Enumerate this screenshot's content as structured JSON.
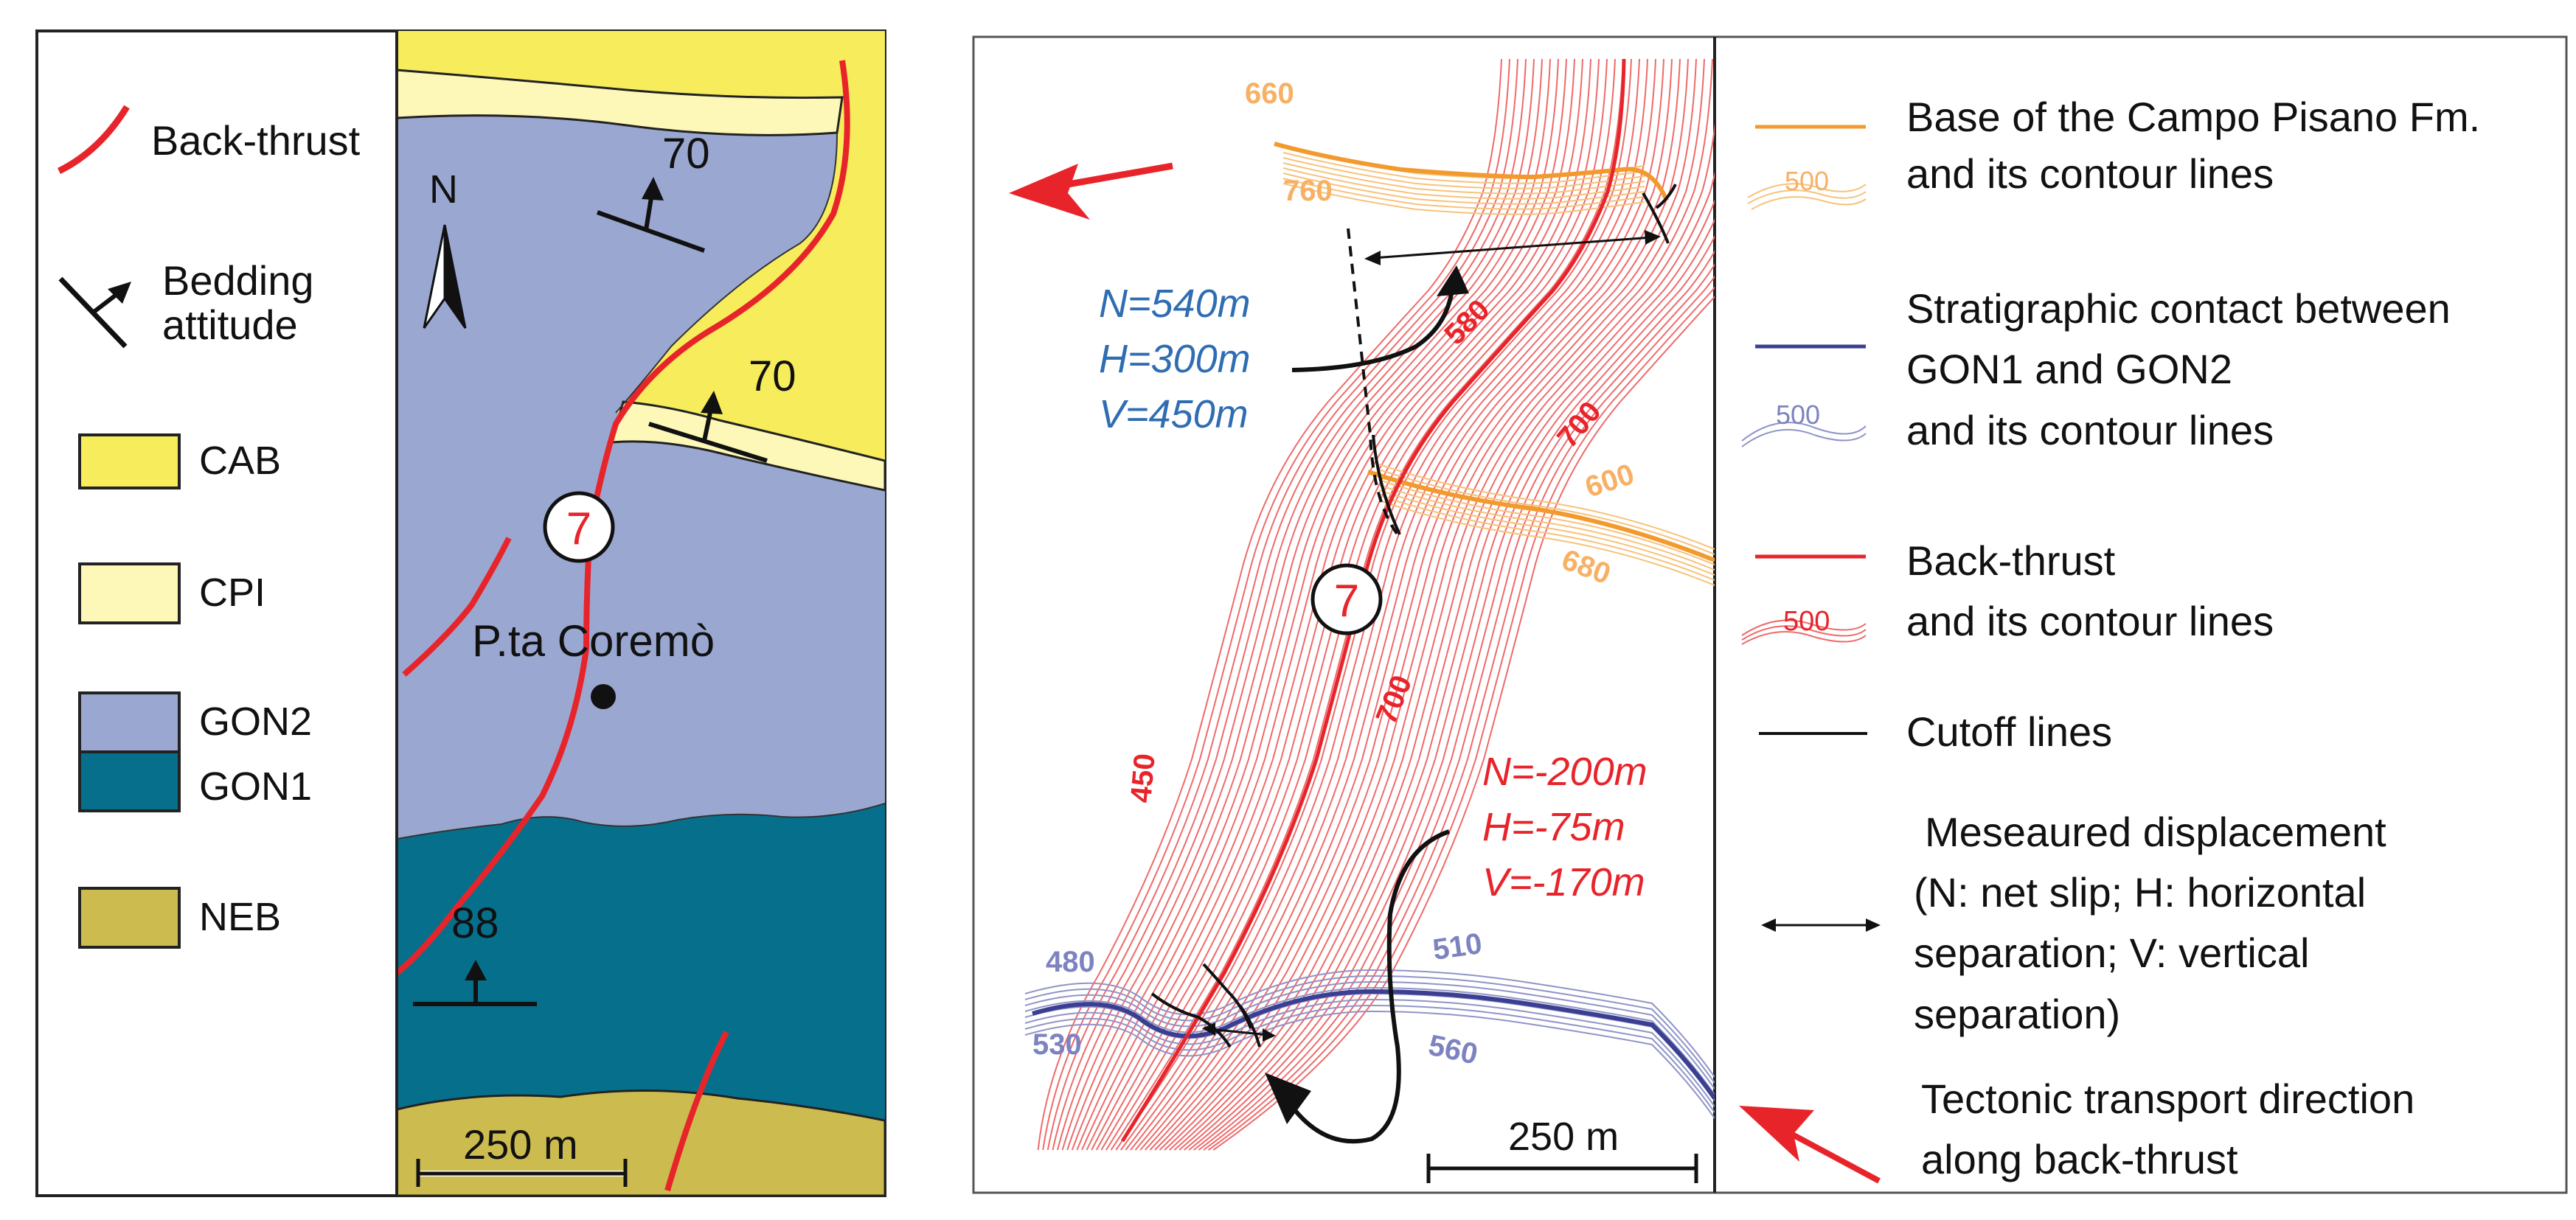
{
  "left_panel": {
    "legend": {
      "back_thrust": "Back-thrust",
      "bedding_line1": "Bedding",
      "bedding_line2": "attitude",
      "units": [
        {
          "label": "CAB",
          "color": "#f7ec5c"
        },
        {
          "label": "CPI",
          "color": "#fdf8b8"
        },
        {
          "label": "GON2",
          "color": "#9aa8d1"
        },
        {
          "label": "GON1",
          "color": "#06708c"
        },
        {
          "label": "NEB",
          "color": "#ccbc4f"
        }
      ]
    },
    "map": {
      "north": "N",
      "dip_top": "70",
      "dip_middle": "70",
      "dip_bottom": "88",
      "station": "7",
      "locality": "P.ta Coremò",
      "scale": "250 m"
    }
  },
  "right_panel": {
    "map": {
      "contours": {
        "cpi_660": "660",
        "cpi_760": "760",
        "cpi_600": "600",
        "cpi_680": "680",
        "thrust_580": "580",
        "thrust_700_top": "700",
        "thrust_700_mid": "700",
        "thrust_450": "450",
        "gon_480": "480",
        "gon_530": "530",
        "gon_510": "510",
        "gon_560": "560"
      },
      "station": "7",
      "upper_measure": {
        "n": "N=540m",
        "h": "H=300m",
        "v": "V=450m"
      },
      "lower_measure": {
        "n": "N=-200m",
        "h": "H=-75m",
        "v": "V=-170m"
      },
      "scale": "250 m"
    },
    "legend": {
      "base_cpi_line1": "Base of the Campo Pisano Fm.",
      "base_cpi_line2": "and its contour lines",
      "strat_line1": "Stratigraphic contact between",
      "strat_line2": "GON1 and GON2",
      "strat_line3": "and its contour lines",
      "thrust_line1": "Back-thrust",
      "thrust_line2": "and its contour lines",
      "cutoff": "Cutoff  lines",
      "disp_line1": "Meseaured  displacement",
      "disp_line2": "(N: net slip; H: horizontal",
      "disp_line3": "separation; V: vertical",
      "disp_line4": "separation)",
      "transport_line1": "Tectonic transport direction",
      "transport_line2": "along back-thrust",
      "sample_value": "500"
    },
    "colors": {
      "orange": "#f29a2e",
      "blue": "#3a3f91",
      "red": "#e8242b",
      "measure_blue": "#2f6db3"
    }
  }
}
